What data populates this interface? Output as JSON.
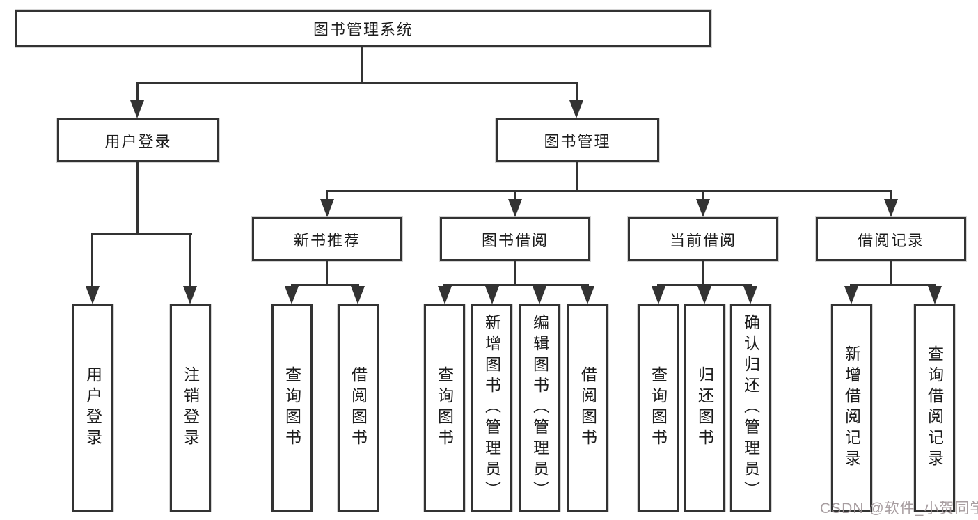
{
  "diagram": {
    "tree": {
      "label": "图书管理系统",
      "children": [
        {
          "label": "用户登录",
          "children": [
            {
              "label": "用户登录"
            },
            {
              "label": "注销登录"
            }
          ]
        },
        {
          "label": "图书管理",
          "children": [
            {
              "label": "新书推荐",
              "children": [
                {
                  "label": "查询图书"
                },
                {
                  "label": "借阅图书"
                }
              ]
            },
            {
              "label": "图书借阅",
              "children": [
                {
                  "label": "查询图书"
                },
                {
                  "label": "新增图书（管理员）"
                },
                {
                  "label": "编辑图书（管理员）"
                },
                {
                  "label": "借阅图书"
                }
              ]
            },
            {
              "label": "当前借阅",
              "children": [
                {
                  "label": "查询图书"
                },
                {
                  "label": "归还图书"
                },
                {
                  "label": "确认归还（管理员）"
                }
              ]
            },
            {
              "label": "借阅记录",
              "children": [
                {
                  "label": "新增借阅记录"
                },
                {
                  "label": "查询借阅记录"
                }
              ]
            }
          ]
        }
      ]
    },
    "watermark": {
      "text": "CSDN @软件_小贺同学",
      "color": "#a09598"
    },
    "colors": {
      "line": "#333333",
      "node_border": "#333333",
      "node_fill": "#ffffff",
      "text": "#1c1c1c",
      "background": "#ffffff"
    }
  }
}
